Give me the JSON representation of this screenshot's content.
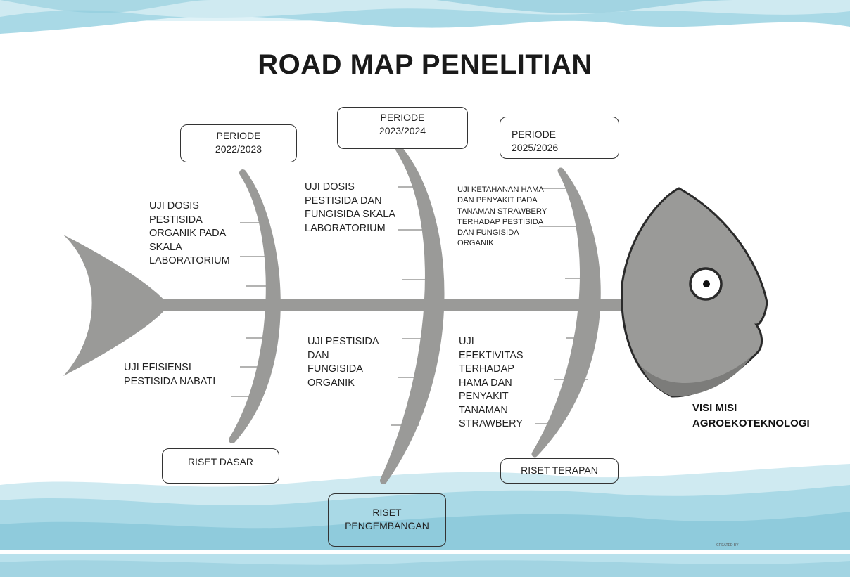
{
  "title": "ROAD MAP PENELITIAN",
  "periods": [
    {
      "label": "PERIODE\n2022/2023"
    },
    {
      "label": "PERIODE\n2023/2024"
    },
    {
      "label": "PERIODE\n2025/2026"
    }
  ],
  "research_types": [
    {
      "label": "RISET DASAR"
    },
    {
      "label": "RISET\nPENGEMBANGAN"
    },
    {
      "label": "RISET TERAPAN"
    }
  ],
  "upper_labels": [
    {
      "text": "UJI DOSIS\nPESTISIDA\nORGANIK PADA\nSKALA\nLABORATORIUM"
    },
    {
      "text": "UJI DOSIS\nPESTISIDA DAN\nFUNGISIDA SKALA\nLABORATORIUM"
    },
    {
      "text": "UJI KETAHANAN HAMA\nDAN PENYAKIT PADA\nTANAMAN STRAWBERY\nTERHADAP  PESTISIDA\nDAN FUNGISIDA\nORGANIK"
    }
  ],
  "lower_labels": [
    {
      "text": "UJI EFISIENSI\nPESTISIDA NABATI"
    },
    {
      "text": "UJI PESTISIDA\nDAN\nFUNGISIDA\nORGANIK"
    },
    {
      "text": "UJI\nEFEKTIVITAS\nTERHADAP\nHAMA DAN\nPENYAKIT\nTANAMAN\nSTRAWBERY"
    }
  ],
  "head_label": "VISI MISI\nAGROEKOTEKNOLOGI",
  "credit": "CREATED BY",
  "colors": {
    "fish": "#9a9a98",
    "fish_outline": "#2a2a2a",
    "wave_light": "#cfeaf1",
    "wave_mid": "#a9d9e6",
    "wave_dark": "#8fcbdc"
  }
}
